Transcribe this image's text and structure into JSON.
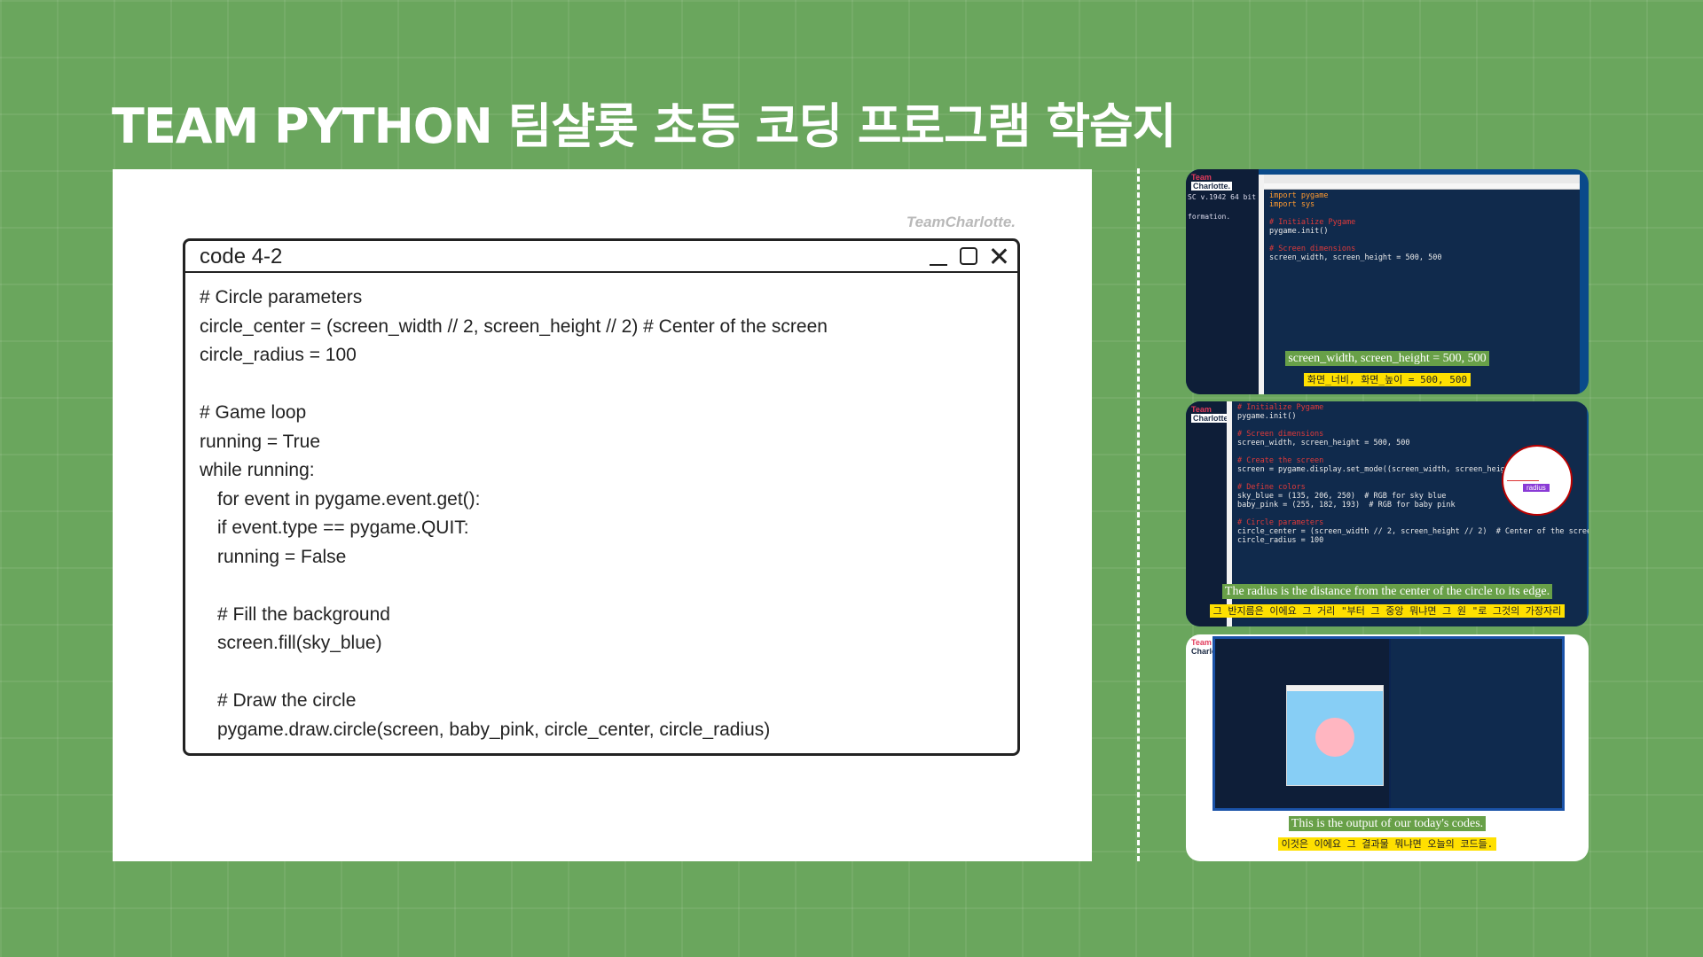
{
  "header": {
    "title": "TEAM PYTHON 팀샬롯 초등 코딩 프로그램 학습지"
  },
  "main": {
    "brand": "TeamCharlotte.",
    "window": {
      "title": "code 4-2",
      "controls": [
        "minimize-icon",
        "maximize-icon",
        "close-icon"
      ],
      "lines": [
        {
          "text": "# Circle parameters",
          "indent": false
        },
        {
          "text": "circle_center = (screen_width // 2, screen_height // 2) # Center of the screen",
          "indent": false
        },
        {
          "text": "circle_radius = 100",
          "indent": false
        },
        {
          "text": "",
          "indent": false
        },
        {
          "text": "# Game loop",
          "indent": false
        },
        {
          "text": "running = True",
          "indent": false
        },
        {
          "text": "while running:",
          "indent": false
        },
        {
          "text": "for event in pygame.event.get():",
          "indent": true
        },
        {
          "text": "if event.type == pygame.QUIT:",
          "indent": true
        },
        {
          "text": "running = False",
          "indent": true
        },
        {
          "text": "",
          "indent": false
        },
        {
          "text": "# Fill the background",
          "indent": true
        },
        {
          "text": "screen.fill(sky_blue)",
          "indent": true
        },
        {
          "text": "",
          "indent": false
        },
        {
          "text": "# Draw the circle",
          "indent": true
        },
        {
          "text": "pygame.draw.circle(screen, baby_pink, circle_center, circle_radius)",
          "indent": true
        }
      ]
    }
  },
  "thumbnails": [
    {
      "logo": [
        "Team",
        "Charlotte."
      ],
      "shell": [
        "SC v.1942 64 bit (",
        "",
        "formation."
      ],
      "code": [
        {
          "t": "import pygame",
          "c": "kw"
        },
        {
          "t": "import sys",
          "c": "kw"
        },
        {
          "t": "",
          "c": ""
        },
        {
          "t": "# Initialize Pygame",
          "c": "cm"
        },
        {
          "t": "pygame.init()",
          "c": ""
        },
        {
          "t": "",
          "c": ""
        },
        {
          "t": "# Screen dimensions",
          "c": "cm"
        },
        {
          "t": "screen_width, screen_height = 500, 500",
          "c": ""
        }
      ],
      "caption_en": "screen_width, screen_height = 500, 500",
      "caption_ko": "화면_너비, 화면_높이 = 500, 500"
    },
    {
      "logo": [
        "Team",
        "Charlotte."
      ],
      "code": [
        {
          "t": "# Initialize Pygame",
          "c": "cm"
        },
        {
          "t": "pygame.init()",
          "c": ""
        },
        {
          "t": "",
          "c": ""
        },
        {
          "t": "# Screen dimensions",
          "c": "cm"
        },
        {
          "t": "screen_width, screen_height = 500, 500",
          "c": ""
        },
        {
          "t": "",
          "c": ""
        },
        {
          "t": "# Create the screen",
          "c": "cm"
        },
        {
          "t": "screen = pygame.display.set_mode((screen_width, screen_height))",
          "c": ""
        },
        {
          "t": "",
          "c": ""
        },
        {
          "t": "# Define colors",
          "c": "cm"
        },
        {
          "t": "sky_blue = (135, 206, 250)  # RGB for sky blue",
          "c": ""
        },
        {
          "t": "baby_pink = (255, 182, 193)  # RGB for baby pink",
          "c": ""
        },
        {
          "t": "",
          "c": ""
        },
        {
          "t": "# Circle parameters",
          "c": "cm"
        },
        {
          "t": "circle_center = (screen_width // 2, screen_height // 2)  # Center of the screen",
          "c": ""
        },
        {
          "t": "circle_radius = 100",
          "c": ""
        }
      ],
      "radius_label": "radius",
      "caption_en": "The radius is the distance from the center of the circle to its edge.",
      "caption_ko": "그 반지름은 이에요 그 거리 \"부터 그 중앙 뭐냐면 그 원 \"로 그것의 가장자리"
    },
    {
      "logo": [
        "Team",
        "Charlo"
      ],
      "caption_en": "This is the output of our today's codes.",
      "caption_ko": "이것은 이에요 그 결과물 뭐냐면 오늘의 코드들."
    }
  ]
}
